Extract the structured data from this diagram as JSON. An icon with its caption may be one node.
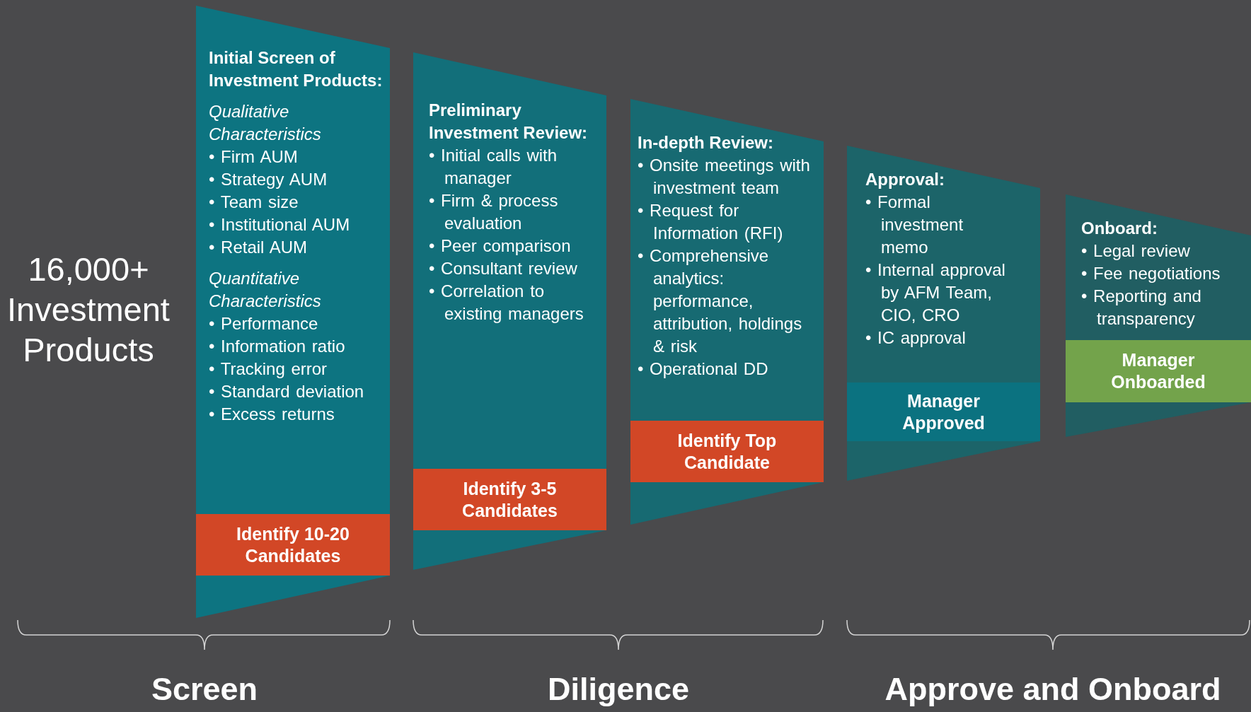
{
  "diagram": {
    "nodes": [
      {
        "text": [
          "Initial Screen of Investment Products:",
          "Qualitative Characteristics",
          "• Firm AUM",
          "• Strategy AUM",
          "• Team size",
          "• Institutional AUM",
          "• Retail AUM",
          "Quantitative Characteristics",
          "• Performance",
          "• Information ratio",
          "• Tracking error",
          "• Standard deviation",
          "• Excess returns"
        ]
      },
      {
        "text": [
          "Identify 10-20 Candidates"
        ],
        "in": 0
      },
      {
        "text": [
          "Preliminary Investment Review:",
          "• Initial calls with manager",
          "• Firm & process evaluation",
          "• Peer comparison",
          "• Consultant review",
          "• Correlation to existing managers"
        ]
      },
      {
        "text": [
          "Identify 3-5 Candidates"
        ],
        "in": 2
      },
      {
        "text": [
          "In-depth Review:",
          "• Onsite meetings with investment team",
          "• Request for Information (RFI)",
          "• Comprehensive analytics: performance, attribution, holdings & risk",
          "• Operational DD"
        ]
      },
      {
        "text": [
          "Identify Top Candidate"
        ],
        "in": 4
      },
      {
        "text": [
          "Approval:",
          "• Formal investment memo",
          "• Internal approval by AFM Team, CIO, CRO",
          "• IC approval"
        ]
      },
      {
        "text": [
          "Manager Approved"
        ],
        "in": 6
      },
      {
        "text": [
          "Onboard:",
          "• Legal review",
          "• Fee negotiations",
          "• Reporting and transparency"
        ]
      },
      {
        "text": [
          "Manager Onboarded"
        ],
        "in": 8
      }
    ],
    "edges": [],
    "labels": [
      "16,000+ Investment Products",
      "Screen",
      "Diligence",
      "Approve and Onboard"
    ]
  }
}
